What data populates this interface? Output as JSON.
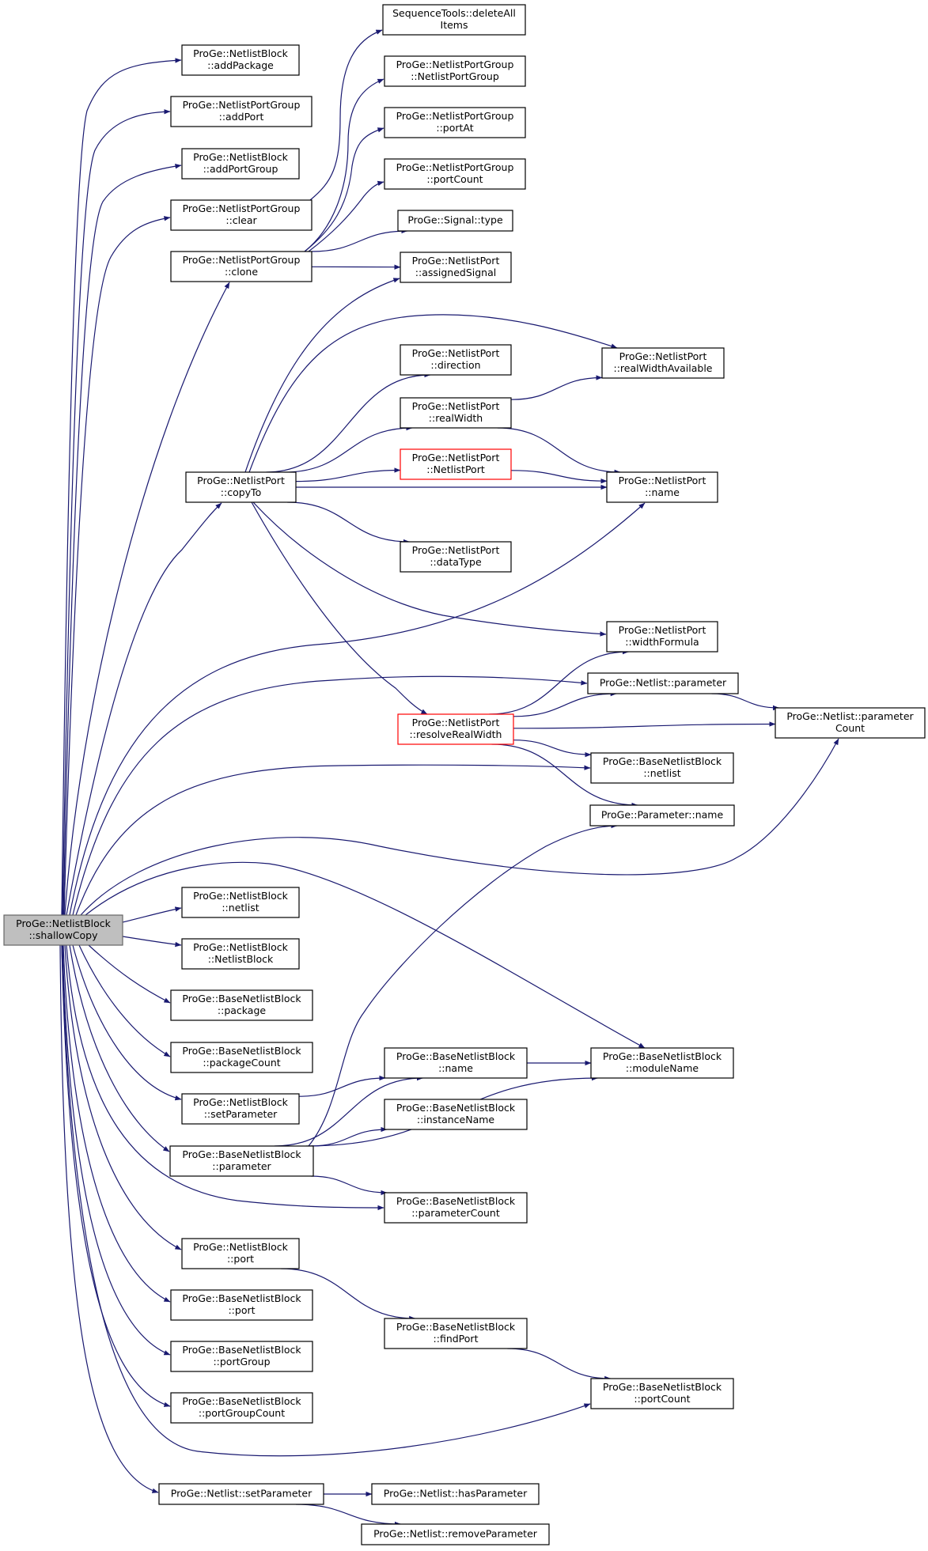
{
  "graph": {
    "colors": {
      "edge": "#191970",
      "node_border": "#000000",
      "focus_fill": "#bfbfbf",
      "highlight_border": "#ff0000",
      "background": "#ffffff"
    },
    "nodes": [
      {
        "id": "shallowCopy",
        "lines": [
          "ProGe::NetlistBlock",
          "::shallowCopy"
        ],
        "style": "focus"
      },
      {
        "id": "nb_addPackage",
        "lines": [
          "ProGe::NetlistBlock",
          "::addPackage"
        ]
      },
      {
        "id": "npg_addPort",
        "lines": [
          "ProGe::NetlistPortGroup",
          "::addPort"
        ]
      },
      {
        "id": "nb_addPortGroup",
        "lines": [
          "ProGe::NetlistBlock",
          "::addPortGroup"
        ]
      },
      {
        "id": "npg_clear",
        "lines": [
          "ProGe::NetlistPortGroup",
          "::clear"
        ]
      },
      {
        "id": "npg_clone",
        "lines": [
          "ProGe::NetlistPortGroup",
          "::clone"
        ]
      },
      {
        "id": "st_deleteAll",
        "lines": [
          "SequenceTools::deleteAll",
          "Items"
        ]
      },
      {
        "id": "npg_ctor",
        "lines": [
          "ProGe::NetlistPortGroup",
          "::NetlistPortGroup"
        ]
      },
      {
        "id": "npg_portAt",
        "lines": [
          "ProGe::NetlistPortGroup",
          "::portAt"
        ]
      },
      {
        "id": "npg_portCount",
        "lines": [
          "ProGe::NetlistPortGroup",
          "::portCount"
        ]
      },
      {
        "id": "sig_type",
        "lines": [
          "ProGe::Signal::type"
        ]
      },
      {
        "id": "np_assignedSignal",
        "lines": [
          "ProGe::NetlistPort",
          "::assignedSignal"
        ]
      },
      {
        "id": "np_copyTo",
        "lines": [
          "ProGe::NetlistPort",
          "::copyTo"
        ]
      },
      {
        "id": "np_direction",
        "lines": [
          "ProGe::NetlistPort",
          "::direction"
        ]
      },
      {
        "id": "np_realWidth",
        "lines": [
          "ProGe::NetlistPort",
          "::realWidth"
        ]
      },
      {
        "id": "np_ctor",
        "lines": [
          "ProGe::NetlistPort",
          "::NetlistPort"
        ],
        "style": "red"
      },
      {
        "id": "np_dataType",
        "lines": [
          "ProGe::NetlistPort",
          "::dataType"
        ]
      },
      {
        "id": "np_realWidthAvailable",
        "lines": [
          "ProGe::NetlistPort",
          "::realWidthAvailable"
        ]
      },
      {
        "id": "np_name",
        "lines": [
          "ProGe::NetlistPort",
          "::name"
        ]
      },
      {
        "id": "np_widthFormula",
        "lines": [
          "ProGe::NetlistPort",
          "::widthFormula"
        ]
      },
      {
        "id": "nl_parameter",
        "lines": [
          "ProGe::Netlist::parameter"
        ]
      },
      {
        "id": "np_resolveRealWidth",
        "lines": [
          "ProGe::NetlistPort",
          "::resolveRealWidth"
        ],
        "style": "red"
      },
      {
        "id": "nl_parameterCount",
        "lines": [
          "ProGe::Netlist::parameter",
          "Count"
        ]
      },
      {
        "id": "bnb_netlist",
        "lines": [
          "ProGe::BaseNetlistBlock",
          "::netlist"
        ]
      },
      {
        "id": "param_name",
        "lines": [
          "ProGe::Parameter::name"
        ]
      },
      {
        "id": "nb_netlist",
        "lines": [
          "ProGe::NetlistBlock",
          "::netlist"
        ]
      },
      {
        "id": "nb_ctor",
        "lines": [
          "ProGe::NetlistBlock",
          "::NetlistBlock"
        ]
      },
      {
        "id": "bnb_package",
        "lines": [
          "ProGe::BaseNetlistBlock",
          "::package"
        ]
      },
      {
        "id": "bnb_packageCount",
        "lines": [
          "ProGe::BaseNetlistBlock",
          "::packageCount"
        ]
      },
      {
        "id": "nb_setParameter",
        "lines": [
          "ProGe::NetlistBlock",
          "::setParameter"
        ]
      },
      {
        "id": "bnb_name",
        "lines": [
          "ProGe::BaseNetlistBlock",
          "::name"
        ]
      },
      {
        "id": "bnb_moduleName",
        "lines": [
          "ProGe::BaseNetlistBlock",
          "::moduleName"
        ]
      },
      {
        "id": "bnb_instanceName",
        "lines": [
          "ProGe::BaseNetlistBlock",
          "::instanceName"
        ]
      },
      {
        "id": "bnb_parameter",
        "lines": [
          "ProGe::BaseNetlistBlock",
          "::parameter"
        ]
      },
      {
        "id": "bnb_parameterCount",
        "lines": [
          "ProGe::BaseNetlistBlock",
          "::parameterCount"
        ]
      },
      {
        "id": "nb_port",
        "lines": [
          "ProGe::NetlistBlock",
          "::port"
        ]
      },
      {
        "id": "bnb_port",
        "lines": [
          "ProGe::BaseNetlistBlock",
          "::port"
        ]
      },
      {
        "id": "bnb_findPort",
        "lines": [
          "ProGe::BaseNetlistBlock",
          "::findPort"
        ]
      },
      {
        "id": "bnb_portGroup",
        "lines": [
          "ProGe::BaseNetlistBlock",
          "::portGroup"
        ]
      },
      {
        "id": "bnb_portCount",
        "lines": [
          "ProGe::BaseNetlistBlock",
          "::portCount"
        ]
      },
      {
        "id": "bnb_portGroupCount",
        "lines": [
          "ProGe::BaseNetlistBlock",
          "::portGroupCount"
        ]
      },
      {
        "id": "nl_setParameter",
        "lines": [
          "ProGe::Netlist::setParameter"
        ]
      },
      {
        "id": "nl_hasParameter",
        "lines": [
          "ProGe::Netlist::hasParameter"
        ]
      },
      {
        "id": "nl_removeParameter",
        "lines": [
          "ProGe::Netlist::removeParameter"
        ]
      }
    ],
    "edges": [
      [
        "shallowCopy",
        "nb_addPackage"
      ],
      [
        "shallowCopy",
        "npg_addPort"
      ],
      [
        "shallowCopy",
        "nb_addPortGroup"
      ],
      [
        "shallowCopy",
        "npg_clear"
      ],
      [
        "shallowCopy",
        "npg_clone"
      ],
      [
        "shallowCopy",
        "np_copyTo"
      ],
      [
        "shallowCopy",
        "np_name"
      ],
      [
        "shallowCopy",
        "nl_parameter"
      ],
      [
        "shallowCopy",
        "bnb_netlist"
      ],
      [
        "shallowCopy",
        "nl_parameterCount"
      ],
      [
        "shallowCopy",
        "bnb_moduleName"
      ],
      [
        "shallowCopy",
        "nb_netlist"
      ],
      [
        "shallowCopy",
        "nb_ctor"
      ],
      [
        "shallowCopy",
        "bnb_package"
      ],
      [
        "shallowCopy",
        "bnb_packageCount"
      ],
      [
        "shallowCopy",
        "nb_setParameter"
      ],
      [
        "shallowCopy",
        "bnb_parameter"
      ],
      [
        "shallowCopy",
        "bnb_parameterCount"
      ],
      [
        "shallowCopy",
        "nb_port"
      ],
      [
        "shallowCopy",
        "bnb_port"
      ],
      [
        "shallowCopy",
        "bnb_portGroup"
      ],
      [
        "shallowCopy",
        "bnb_portGroupCount"
      ],
      [
        "shallowCopy",
        "bnb_portCount"
      ],
      [
        "shallowCopy",
        "nl_setParameter"
      ],
      [
        "npg_clear",
        "st_deleteAll"
      ],
      [
        "npg_clone",
        "npg_ctor"
      ],
      [
        "npg_clone",
        "npg_portAt"
      ],
      [
        "npg_clone",
        "npg_portCount"
      ],
      [
        "npg_clone",
        "sig_type"
      ],
      [
        "npg_clone",
        "np_assignedSignal"
      ],
      [
        "np_copyTo",
        "np_assignedSignal"
      ],
      [
        "np_copyTo",
        "np_realWidthAvailable"
      ],
      [
        "np_copyTo",
        "np_direction"
      ],
      [
        "np_copyTo",
        "np_realWidth"
      ],
      [
        "np_copyTo",
        "np_ctor"
      ],
      [
        "np_copyTo",
        "np_name"
      ],
      [
        "np_copyTo",
        "np_dataType"
      ],
      [
        "np_copyTo",
        "np_widthFormula"
      ],
      [
        "np_copyTo",
        "np_resolveRealWidth"
      ],
      [
        "np_realWidth",
        "np_realWidthAvailable"
      ],
      [
        "np_realWidth",
        "np_name"
      ],
      [
        "np_ctor",
        "np_name"
      ],
      [
        "np_resolveRealWidth",
        "np_widthFormula"
      ],
      [
        "np_resolveRealWidth",
        "nl_parameter"
      ],
      [
        "np_resolveRealWidth",
        "nl_parameterCount"
      ],
      [
        "np_resolveRealWidth",
        "bnb_netlist"
      ],
      [
        "np_resolveRealWidth",
        "param_name"
      ],
      [
        "nl_parameter",
        "nl_parameterCount"
      ],
      [
        "nb_setParameter",
        "bnb_name"
      ],
      [
        "bnb_parameter",
        "param_name"
      ],
      [
        "bnb_parameter",
        "bnb_name"
      ],
      [
        "bnb_parameter",
        "bnb_instanceName"
      ],
      [
        "bnb_parameter",
        "bnb_moduleName"
      ],
      [
        "bnb_parameter",
        "bnb_parameterCount"
      ],
      [
        "bnb_name",
        "bnb_moduleName"
      ],
      [
        "nb_port",
        "bnb_findPort"
      ],
      [
        "bnb_findPort",
        "bnb_portCount"
      ],
      [
        "nl_setParameter",
        "nl_hasParameter"
      ],
      [
        "nl_setParameter",
        "nl_removeParameter"
      ]
    ]
  }
}
